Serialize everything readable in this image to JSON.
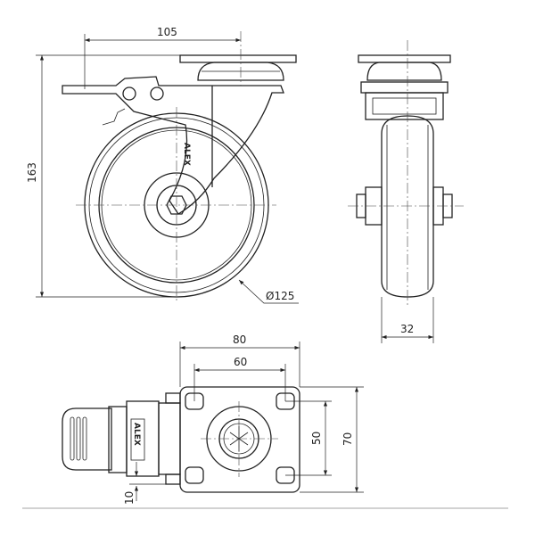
{
  "drawing": {
    "logo_text": "ALEX",
    "dimensions": {
      "mount_offset": "105",
      "overall_height": "163",
      "wheel_diameter": "Ø125",
      "wheel_width": "32",
      "plate_width": "80",
      "hole_spacing_x": "60",
      "hole_spacing_y": "50",
      "plate_length": "70",
      "brake_offset": "10"
    }
  }
}
